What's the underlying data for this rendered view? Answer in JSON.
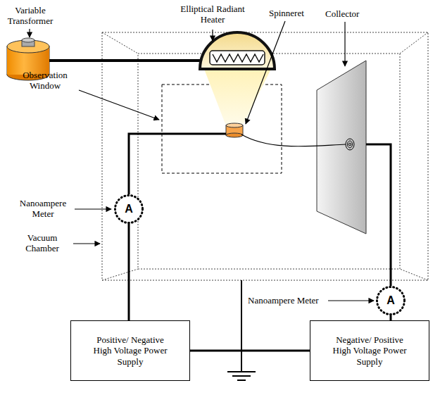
{
  "diagram": {
    "nodes": [
      {
        "text": [
          "A"
        ]
      },
      {
        "text": [
          "A"
        ]
      },
      {
        "text": [
          "Positive/ Negative High Voltage Power Supply"
        ]
      },
      {
        "text": [
          "Negative/ Positive High Voltage Power Supply"
        ]
      }
    ],
    "edges": [
      {
        "from": 0,
        "to": 2,
        "arrow": "none"
      },
      {
        "from": 1,
        "to": 3,
        "arrow": "none"
      },
      {
        "from": 2,
        "to": 3,
        "arrow": "none"
      }
    ],
    "labels": [
      "Variable Transformer",
      "Elliptical Radiant Heater",
      "Spinneret",
      "Observation Window",
      "Collector",
      "Nanoampere Meter",
      "Vacuum Chamber",
      "Nanoampere Meter"
    ]
  }
}
